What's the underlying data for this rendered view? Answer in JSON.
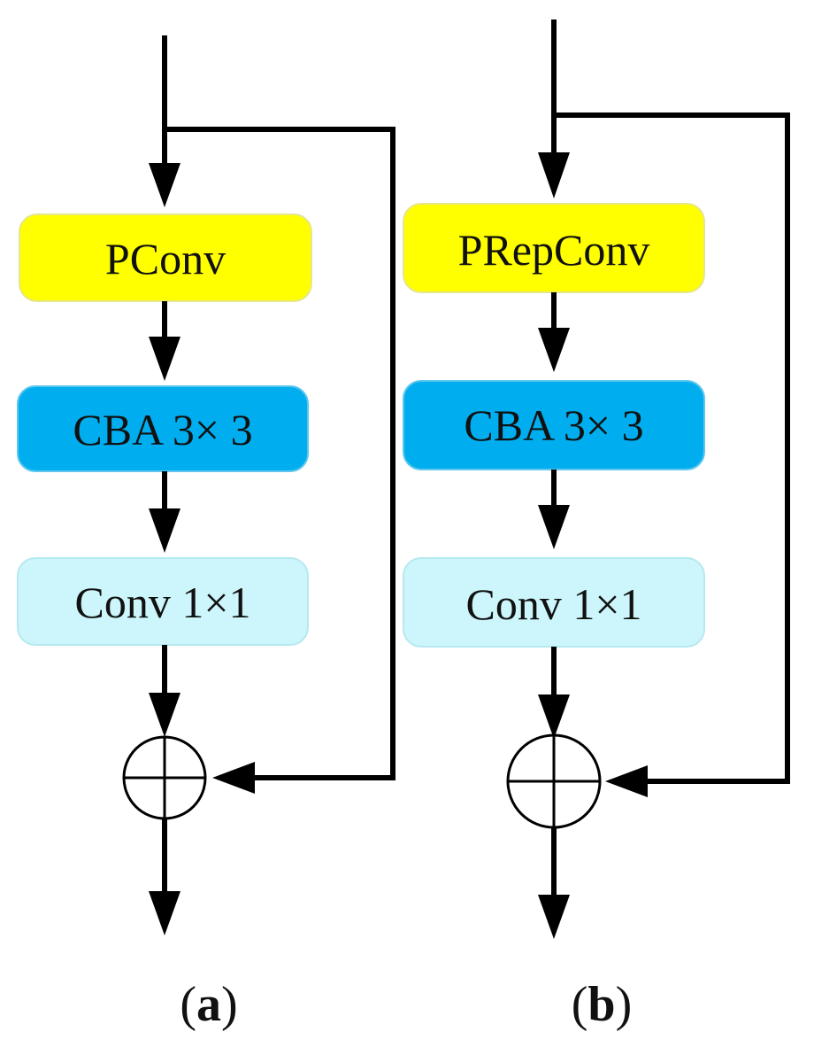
{
  "panels": [
    {
      "blocks": [
        {
          "label": "PConv",
          "color": "#ffff00",
          "border": "#e6e68a"
        },
        {
          "label": "CBA 3× 3",
          "color": "#00aeef",
          "border": "#5cc6ee"
        },
        {
          "label": "Conv 1×1",
          "color": "#ccf6fb",
          "border": "#b6e9ef"
        }
      ],
      "caption": {
        "open": "(",
        "letter": "a",
        "close": ")"
      }
    },
    {
      "blocks": [
        {
          "label": "PRepConv",
          "color": "#ffff00",
          "border": "#e6e68a"
        },
        {
          "label": "CBA 3× 3",
          "color": "#00aeef",
          "border": "#5cc6ee"
        },
        {
          "label": "Conv 1×1",
          "color": "#ccf6fb",
          "border": "#b6e9ef"
        }
      ],
      "caption": {
        "open": "(",
        "letter": "b",
        "close": ")"
      }
    }
  ],
  "connector": {
    "sum_symbol": "circle-plus-icon",
    "arrow_symbol": "arrow-down-icon",
    "stroke_color": "#000000"
  }
}
